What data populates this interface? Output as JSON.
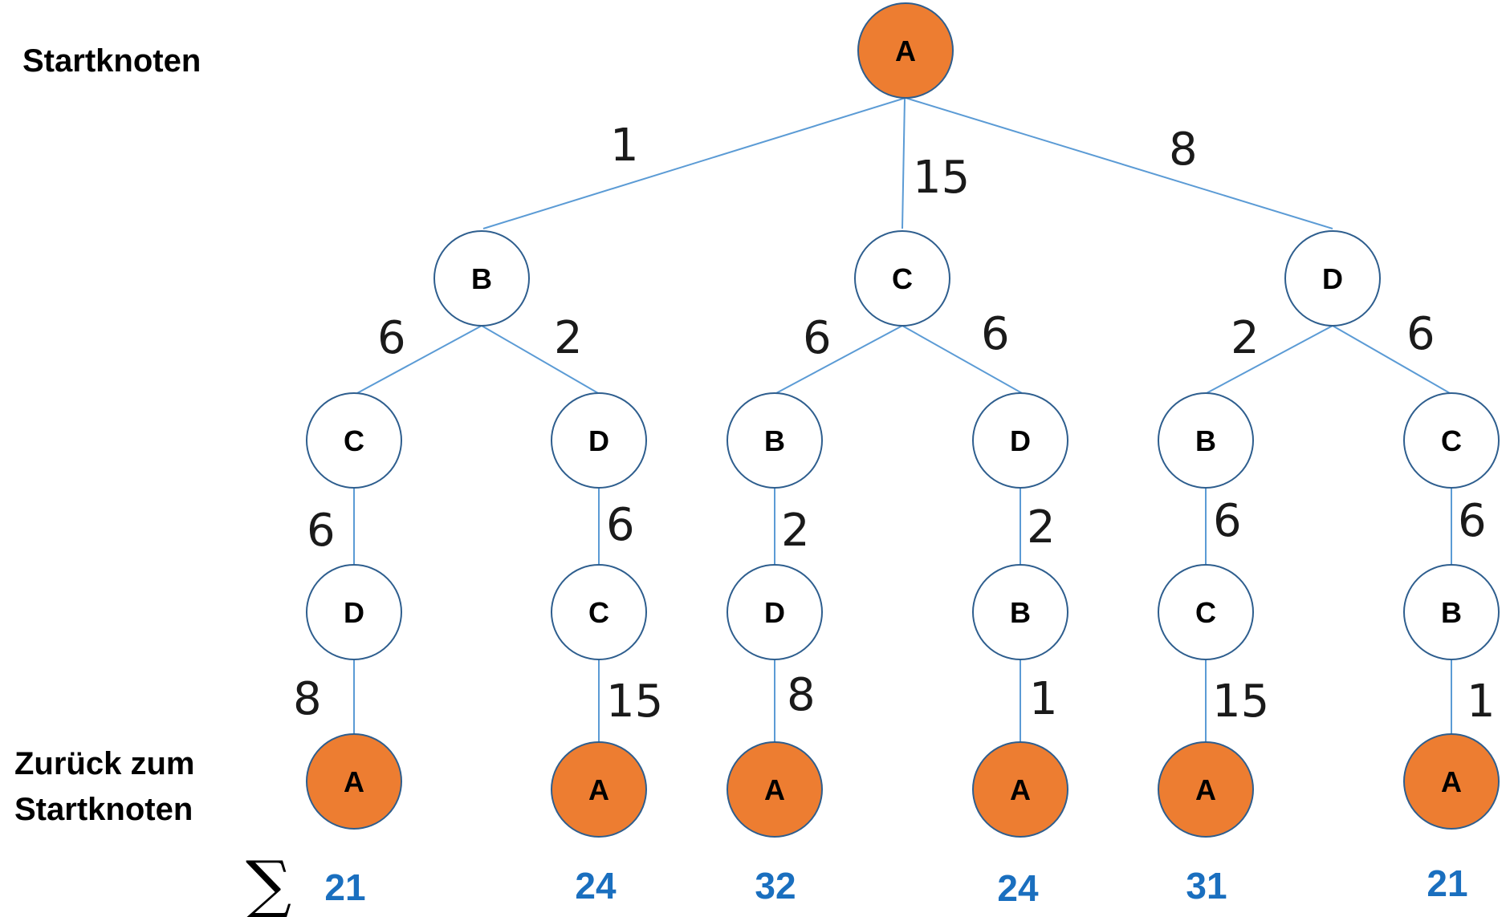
{
  "labels": {
    "start": "Startknoten",
    "return_line1": "Zurück zum",
    "return_line2": "Startknoten",
    "sum_symbol": "∑"
  },
  "nodes": {
    "root": "A",
    "l1": [
      "B",
      "C",
      "D"
    ],
    "l2": [
      "C",
      "D",
      "B",
      "D",
      "B",
      "C"
    ],
    "l3": [
      "D",
      "C",
      "D",
      "B",
      "C",
      "B"
    ],
    "l4": [
      "A",
      "A",
      "A",
      "A",
      "A",
      "A"
    ]
  },
  "edges": {
    "root_to_l1": [
      "1",
      "15",
      "8"
    ],
    "l1_to_l2": [
      "6",
      "2",
      "6",
      "6",
      "2",
      "6"
    ],
    "l2_to_l3": [
      "6",
      "6",
      "2",
      "2",
      "6",
      "6"
    ],
    "l3_to_l4": [
      "8",
      "15",
      "8",
      "1",
      "15",
      "1"
    ]
  },
  "sums": [
    "21",
    "24",
    "32",
    "24",
    "31",
    "21"
  ],
  "colors": {
    "start_end_node": "#ed7d31",
    "edge": "#5b9bd5",
    "sum": "#1a6fbf"
  }
}
